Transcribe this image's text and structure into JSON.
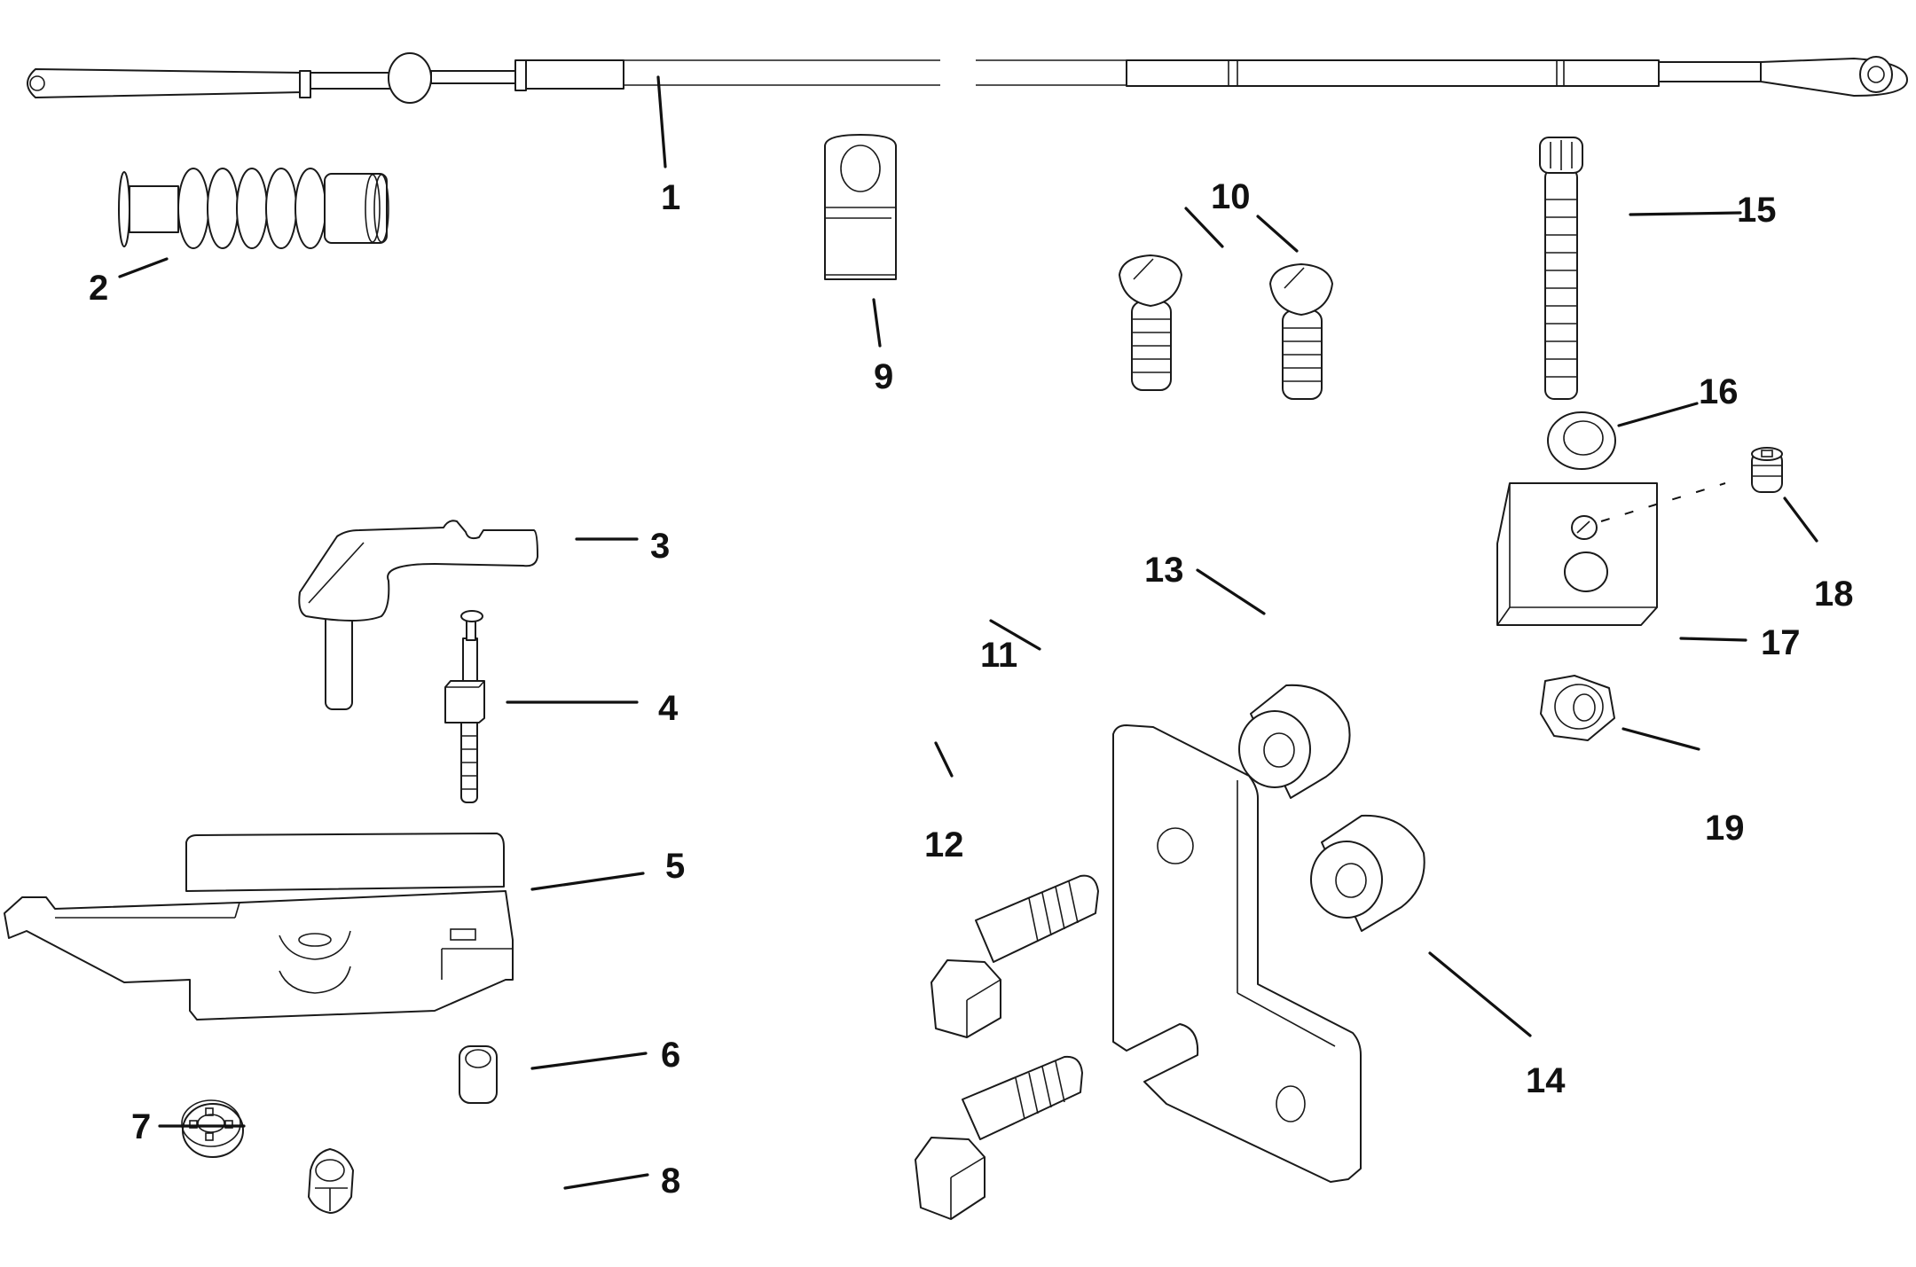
{
  "diagram": {
    "type": "exploded-parts-diagram",
    "background_color": "#ffffff",
    "line_color": "#1a1a1a",
    "callouts": [
      {
        "number": "1",
        "part": "control cable"
      },
      {
        "number": "2",
        "part": "bellows boot"
      },
      {
        "number": "3",
        "part": "shift lever"
      },
      {
        "number": "4",
        "part": "stud with block"
      },
      {
        "number": "5",
        "part": "bracket plate"
      },
      {
        "number": "6",
        "part": "spacer bushing"
      },
      {
        "number": "7",
        "part": "lock washer"
      },
      {
        "number": "8",
        "part": "lock nut"
      },
      {
        "number": "9",
        "part": "cable clamp"
      },
      {
        "number": "10",
        "part": "round head screws"
      },
      {
        "number": "11",
        "part": "mounting bracket"
      },
      {
        "number": "12",
        "part": "hex head bolts"
      },
      {
        "number": "13",
        "part": "spacer"
      },
      {
        "number": "14",
        "part": "spacer"
      },
      {
        "number": "15",
        "part": "socket head screw"
      },
      {
        "number": "16",
        "part": "washer"
      },
      {
        "number": "17",
        "part": "anchor block"
      },
      {
        "number": "18",
        "part": "set screw"
      },
      {
        "number": "19",
        "part": "hex lock nut"
      }
    ]
  }
}
